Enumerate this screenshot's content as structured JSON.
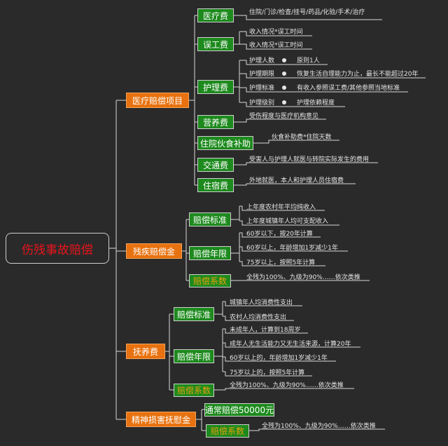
{
  "root": "伤残事故赔偿",
  "branches": {
    "medical": {
      "label": "医疗赔偿项目",
      "items": {
        "yiliao": {
          "label": "医疗费",
          "leaf": "住院/门诊/检查/挂号/药品/化验/手术/治疗"
        },
        "wugong": {
          "label": "误工费",
          "leaves": [
            "收入情况*误工时间",
            "收入情况*误工时间"
          ]
        },
        "huli": {
          "label": "护理费",
          "rows": [
            {
              "k": "护理人数",
              "v": "原则1人"
            },
            {
              "k": "护理期限",
              "v": "恢复生活自理能力为止，最长不能超过20年"
            },
            {
              "k": "护理标准",
              "v": "有收入参照误工费/其他参照当地标准"
            },
            {
              "k": "护理级别",
              "v": "护理依赖程度"
            }
          ]
        },
        "yingyang": {
          "label": "营养费",
          "leaf": "受伤程度与医疗机构意见"
        },
        "huoshi": {
          "label": "住院伙食补助",
          "leaf": "伙食补助费*住院天数"
        },
        "jiaotong": {
          "label": "交通费",
          "leaf": "受害人与护理人就医与转院实际发生的费用"
        },
        "zhusu": {
          "label": "住宿费",
          "leaf": "外地就医，本人和护理人员住宿费"
        }
      }
    },
    "disability": {
      "label": "残疾赔偿金",
      "standard": {
        "label": "赔偿标准",
        "leaves": [
          "上年度农村年平均纯收入",
          "上年度城镇年人均可支配收入"
        ]
      },
      "years": {
        "label": "赔偿年限",
        "leaves": [
          "60岁以下，按20年计算",
          "60岁以上，年龄增加1岁减少1年",
          "75岁以上，按照5年计算"
        ]
      },
      "coef": {
        "label": "赔偿系数",
        "leaf": "全残为100%、九级为90%……依次类推"
      }
    },
    "support": {
      "label": "抚养费",
      "standard": {
        "label": "赔偿标准",
        "leaves": [
          "城镇年人均消费性支出",
          "农村人均消费性支出"
        ]
      },
      "years": {
        "label": "赔偿年限",
        "leaves": [
          "未成年人，计算到18周岁",
          "成年人无生活能力又无生活来源，计算20年",
          "60岁以上的，年龄增加1岁减少1年",
          "75岁以上的，按照5年计算"
        ]
      },
      "coef": {
        "label": "赔偿系数",
        "leaf": "全残为100%、九级为90%……依次类推"
      }
    },
    "mental": {
      "label": "精神损害抚慰金",
      "usual": "通常赔偿50000元",
      "coef": {
        "label": "赔偿系数",
        "leaf": "全残为100%、九级为90%……依次类推"
      }
    }
  }
}
